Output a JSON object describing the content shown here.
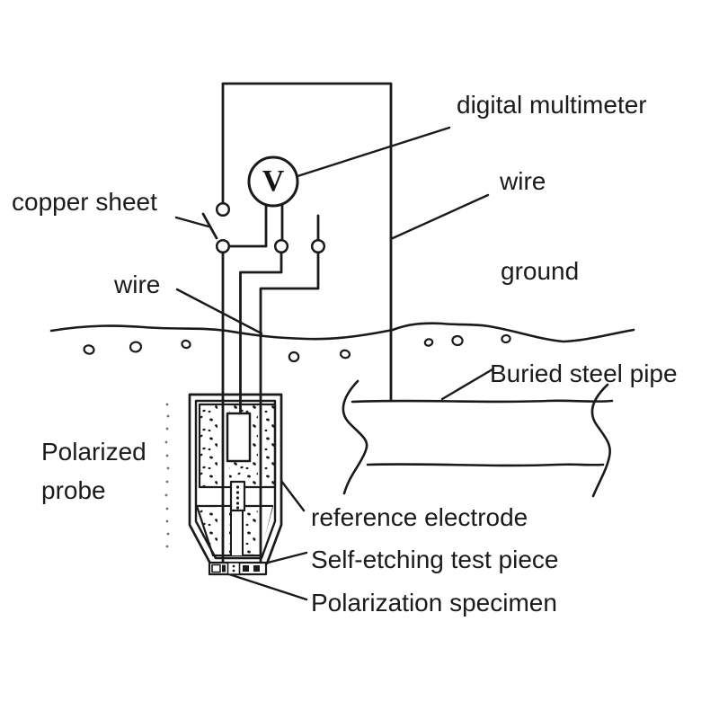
{
  "meter_symbol": "V",
  "labels": {
    "digital_multimeter": "digital multimeter",
    "wire_right": "wire",
    "ground": "ground",
    "copper_sheet": "copper sheet",
    "wire_left": "wire",
    "buried_steel_pipe": "Buried steel pipe",
    "polarized_probe": "Polarized probe",
    "reference_electrode": "reference electrode",
    "self_etching_test_piece": "Self-etching test piece",
    "polarization_specimen": "Polarization specimen"
  },
  "colors": {
    "ink": "#1a1a1a",
    "background": "#ffffff"
  }
}
